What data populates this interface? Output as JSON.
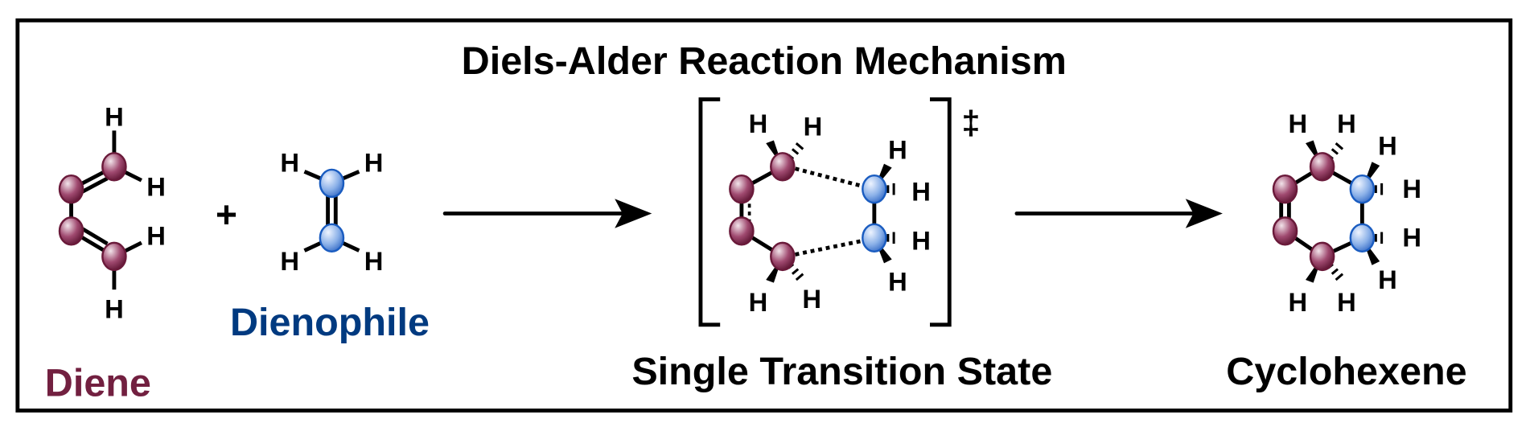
{
  "title": "Diels-Alder Reaction Mechanism",
  "atom_label": "H",
  "plus_sign": "+",
  "double_dagger": "‡",
  "labels": {
    "diene": "Diene",
    "dienophile": "Dienophile",
    "transition_state": "Single Transition State",
    "product": "Cyclohexene"
  },
  "colors": {
    "diene": "#722040",
    "dienophile": "#003a80",
    "diene_atom": "#7a2a4a",
    "dienophile_atom": "#1a5cc0"
  }
}
